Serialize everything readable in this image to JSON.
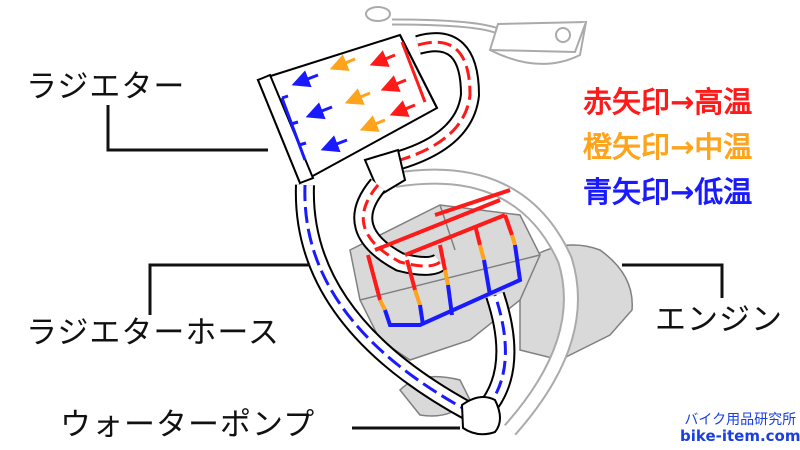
{
  "labels": {
    "radiator": "ラジエター",
    "radiator_hose": "ラジエターホース",
    "water_pump": "ウォーターポンプ",
    "engine": "エンジン"
  },
  "legend": [
    {
      "text": "赤矢印→高温",
      "color": "#ff1a1a",
      "meaning": "high temperature"
    },
    {
      "text": "橙矢印→中温",
      "color": "#ffa31a",
      "meaning": "medium temperature"
    },
    {
      "text": "青矢印→低温",
      "color": "#1a1aff",
      "meaning": "low temperature"
    }
  ],
  "credit": {
    "name": "バイク用品研究所",
    "site": "bike-item.com"
  },
  "colors": {
    "hot": "#ff1a1a",
    "warm": "#ffa31a",
    "cold": "#1a1aff",
    "engine_fill": "#d9d9d9",
    "engine_stroke": "#808080",
    "outline": "#000000"
  }
}
